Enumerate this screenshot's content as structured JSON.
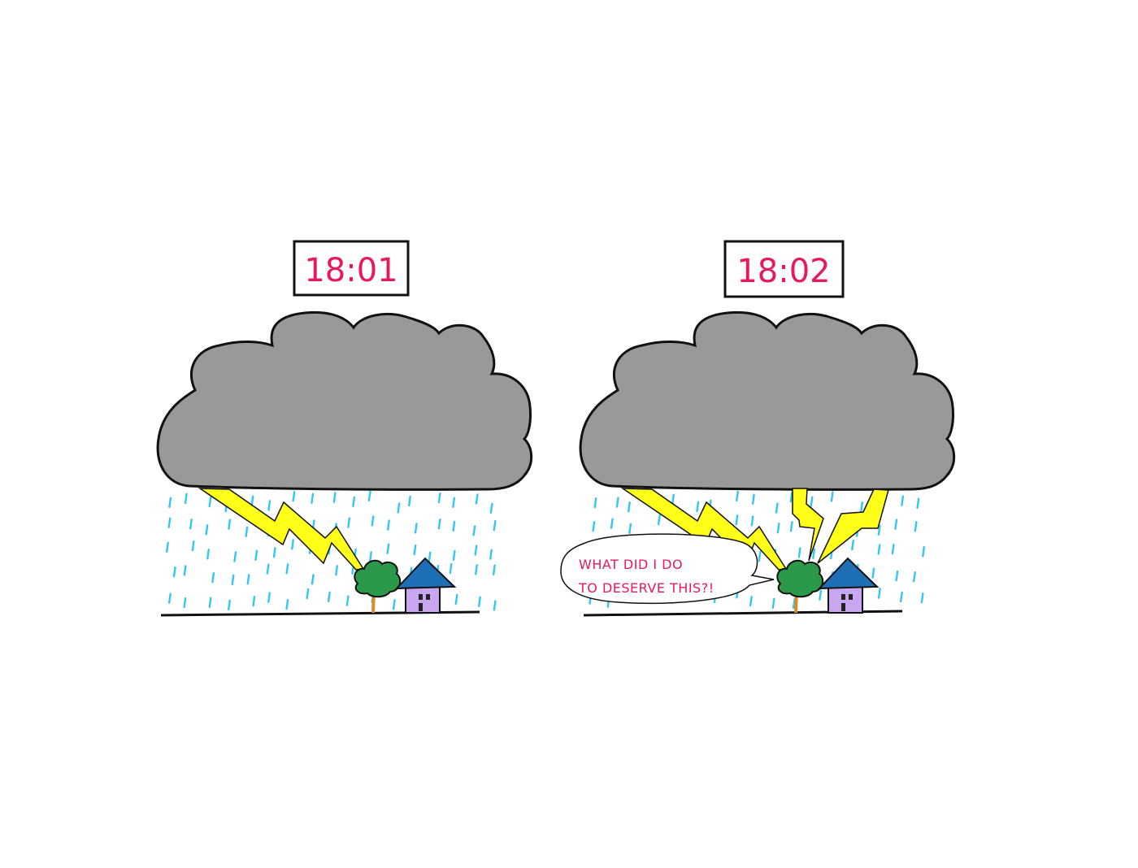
{
  "panels": [
    {
      "clock": "18:01",
      "speech": null
    },
    {
      "clock": "18:02",
      "speech": {
        "line1": "WHAT DID I DO",
        "line2": "TO DESERVE THIS?!"
      }
    }
  ],
  "colors": {
    "clock_text": "#e8185f",
    "cloud_fill": "#999999",
    "outline": "#111111",
    "lightning": "#ffff1a",
    "rain": "#33c6f0",
    "tree": "#2a9a4a",
    "trunk": "#d98a2a",
    "roof": "#1e6fb5",
    "house": "#c9a7f0",
    "speech_text": "#e8185f"
  },
  "icons": [
    "cloud-icon",
    "lightning-bolt-icon",
    "raindrop-icon",
    "tree-icon",
    "house-icon",
    "speech-bubble-icon"
  ]
}
